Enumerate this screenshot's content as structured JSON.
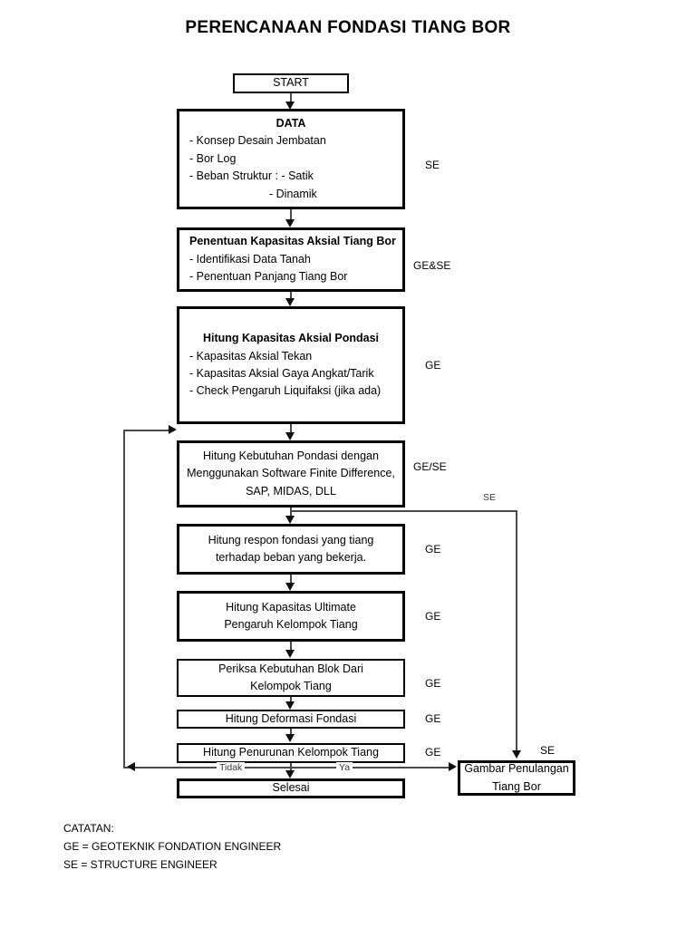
{
  "document": {
    "title": "PERENCANAAN FONDASI TIANG BOR"
  },
  "flowchart": {
    "type": "flowchart",
    "orientation": "top-to-bottom",
    "nodes": [
      {
        "id": "start",
        "label": "START",
        "shape": "rectangle",
        "role": ""
      },
      {
        "id": "data",
        "heading": "DATA",
        "lines": [
          "- Konsep Desain Jembatan",
          "- Bor Log",
          "- Beban Struktur : - Satik",
          "- Dinamik"
        ],
        "shape": "rectangle",
        "role": "SE"
      },
      {
        "id": "penentuan-kapasitas",
        "heading": "Penentuan Kapasitas Aksial Tiang Bor",
        "lines": [
          "- Identifikasi Data Tanah",
          "- Penentuan Panjang Tiang Bor"
        ],
        "shape": "rectangle",
        "role": "GE&SE"
      },
      {
        "id": "hitung-kapasitas-aksial",
        "heading": "Hitung Kapasitas Aksial Pondasi",
        "lines": [
          "- Kapasitas Aksial Tekan",
          "- Kapasitas Aksial Gaya Angkat/Tarik",
          "- Check Pengaruh Liquifaksi (jika ada)"
        ],
        "shape": "rectangle",
        "role": "GE"
      },
      {
        "id": "hitung-kebutuhan",
        "lines": [
          "Hitung Kebutuhan Pondasi dengan",
          "Menggunakan  Software Finite Difference,",
          "SAP, MIDAS, DLL"
        ],
        "shape": "rectangle",
        "role": "GE/SE"
      },
      {
        "id": "hitung-respon",
        "lines": [
          "Hitung respon fondasi yang tiang",
          "terhadap beban yang bekerja."
        ],
        "shape": "rectangle",
        "role": "GE"
      },
      {
        "id": "hitung-ultimate",
        "lines": [
          "Hitung Kapasitas Ultimate",
          "Pengaruh Kelompok Tiang"
        ],
        "shape": "rectangle",
        "role": "GE"
      },
      {
        "id": "periksa-blok",
        "lines": [
          "Periksa Kebutuhan Blok Dari",
          "Kelompok Tiang"
        ],
        "shape": "rectangle",
        "role": "GE"
      },
      {
        "id": "hitung-deformasi",
        "lines": [
          "Hitung Deformasi Fondasi"
        ],
        "shape": "rectangle",
        "role": "GE"
      },
      {
        "id": "hitung-penurunan",
        "lines": [
          "Hitung Penurunan Kelompok Tiang"
        ],
        "shape": "rectangle",
        "role": "GE"
      },
      {
        "id": "selesai",
        "label": "Selesai",
        "shape": "rectangle",
        "role": ""
      },
      {
        "id": "gambar-penulangan",
        "lines": [
          "Gambar Penulangan",
          "Tiang Bor"
        ],
        "shape": "rectangle",
        "role": "SE"
      }
    ],
    "edges": [
      {
        "from": "start",
        "to": "data",
        "label": ""
      },
      {
        "from": "data",
        "to": "penentuan-kapasitas",
        "label": ""
      },
      {
        "from": "penentuan-kapasitas",
        "to": "hitung-kapasitas-aksial",
        "label": ""
      },
      {
        "from": "hitung-kapasitas-aksial",
        "to": "hitung-kebutuhan",
        "label": ""
      },
      {
        "from": "hitung-kebutuhan",
        "to": "hitung-respon",
        "label": ""
      },
      {
        "from": "hitung-kebutuhan",
        "to": "gambar-penulangan",
        "label": "SE"
      },
      {
        "from": "hitung-respon",
        "to": "hitung-ultimate",
        "label": ""
      },
      {
        "from": "hitung-ultimate",
        "to": "periksa-blok",
        "label": ""
      },
      {
        "from": "periksa-blok",
        "to": "hitung-deformasi",
        "label": ""
      },
      {
        "from": "hitung-deformasi",
        "to": "hitung-penurunan",
        "label": ""
      },
      {
        "from": "hitung-penurunan",
        "to": "selesai",
        "label": ""
      },
      {
        "from": "hitung-penurunan",
        "to": "hitung-kebutuhan",
        "label": "Tidak"
      },
      {
        "from": "hitung-penurunan",
        "to": "gambar-penulangan",
        "label": "Ya"
      }
    ],
    "branch_labels": {
      "no": "Tidak",
      "yes": "Ya",
      "se_branch": "SE"
    },
    "roles": {
      "se": "SE",
      "ge": "GE",
      "ge_and_se": "GE&SE",
      "ge_or_se": "GE/SE"
    }
  },
  "notes": {
    "heading": "CATATAN:",
    "lines": [
      "GE = GEOTEKNIK FONDATION ENGINEER",
      "SE = STRUCTURE ENGINEER"
    ]
  },
  "colors": {
    "background": "#ffffff",
    "stroke": "#000000",
    "connector": "#4a4a4a",
    "text": "#000000"
  }
}
